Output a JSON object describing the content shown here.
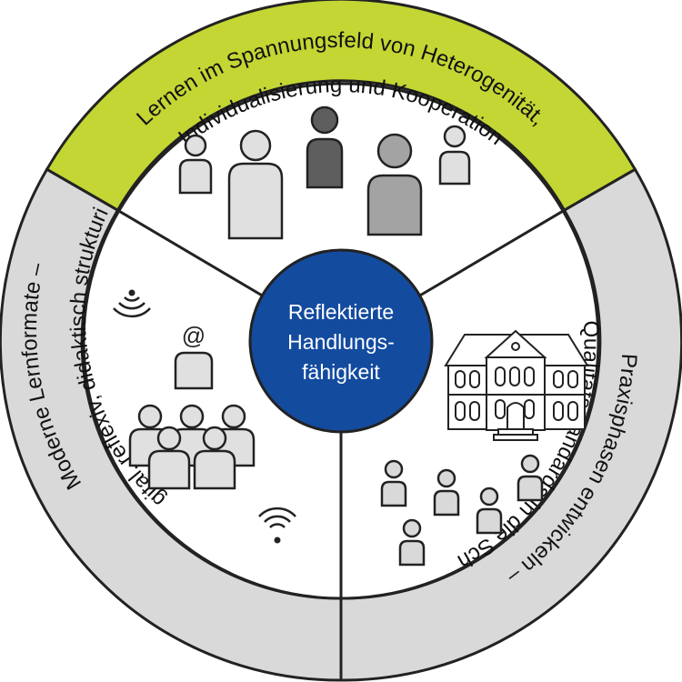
{
  "center": {
    "lines": [
      "Reflektierte",
      "Handlungs-",
      "fähigkeit"
    ]
  },
  "segments": {
    "top": {
      "line1": "Lernen im Spannungsfeld von Heterogenität,",
      "line2": "Individualisierung und Kooperation",
      "color": "#c3d633"
    },
    "left": {
      "line1": "Moderne Lernformate –",
      "line2": "digital, reflexiv, didaktisch strukturiert",
      "color": "#d9d9d9"
    },
    "right": {
      "line1": "Praxisphasen entwickeln –",
      "line2": "mit Qualitätsstandards in die Schule",
      "color": "#d9d9d9"
    }
  },
  "colors": {
    "center_fill": "#134b9f",
    "outline": "#222222",
    "person_light": "#e0e0e0",
    "person_mid": "#a3a3a3",
    "person_dark": "#5e5e5e"
  },
  "icons": {
    "at_symbol": "@"
  }
}
